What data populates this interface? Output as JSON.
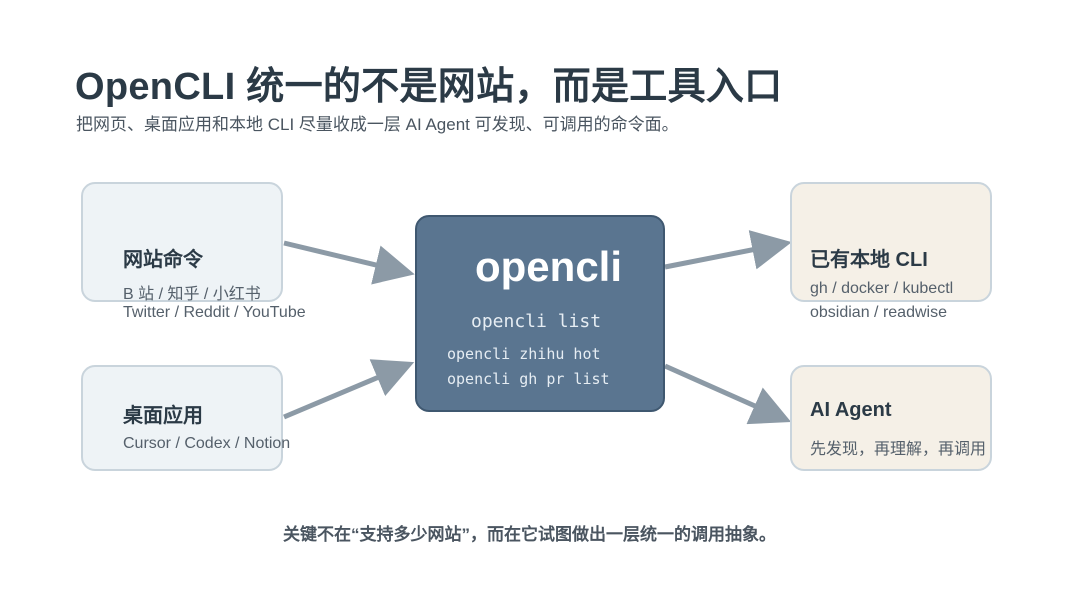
{
  "header": {
    "title": "OpenCLI 统一的不是网站，而是工具入口",
    "subtitle": "把网页、桌面应用和本地 CLI 尽量收成一层 AI Agent 可发现、可调用的命令面。"
  },
  "sources": {
    "web": {
      "title": "网站命令",
      "lines": [
        "B 站 / 知乎 / 小红书",
        "Twitter / Reddit / YouTube"
      ]
    },
    "desktop": {
      "title": "桌面应用",
      "lines": [
        "Cursor / Codex / Notion"
      ]
    }
  },
  "hub": {
    "title": "opencli",
    "command": "opencli list",
    "examples": [
      "opencli zhihu hot",
      "opencli gh pr list"
    ]
  },
  "targets": {
    "cli": {
      "title": "已有本地 CLI",
      "lines": [
        "gh / docker / kubectl",
        "obsidian / readwise"
      ]
    },
    "agent": {
      "title": "AI Agent",
      "lines": [
        "先发现，再理解，再调用"
      ]
    }
  },
  "footer": "关键不在“支持多少网站”，而在它试图做出一层统一的调用抽象。",
  "colors": {
    "hub_fill": "#5a7590",
    "source_fill": "#eef3f6",
    "target_fill": "#f5f0e7",
    "arrow": "#8c9aa6"
  }
}
